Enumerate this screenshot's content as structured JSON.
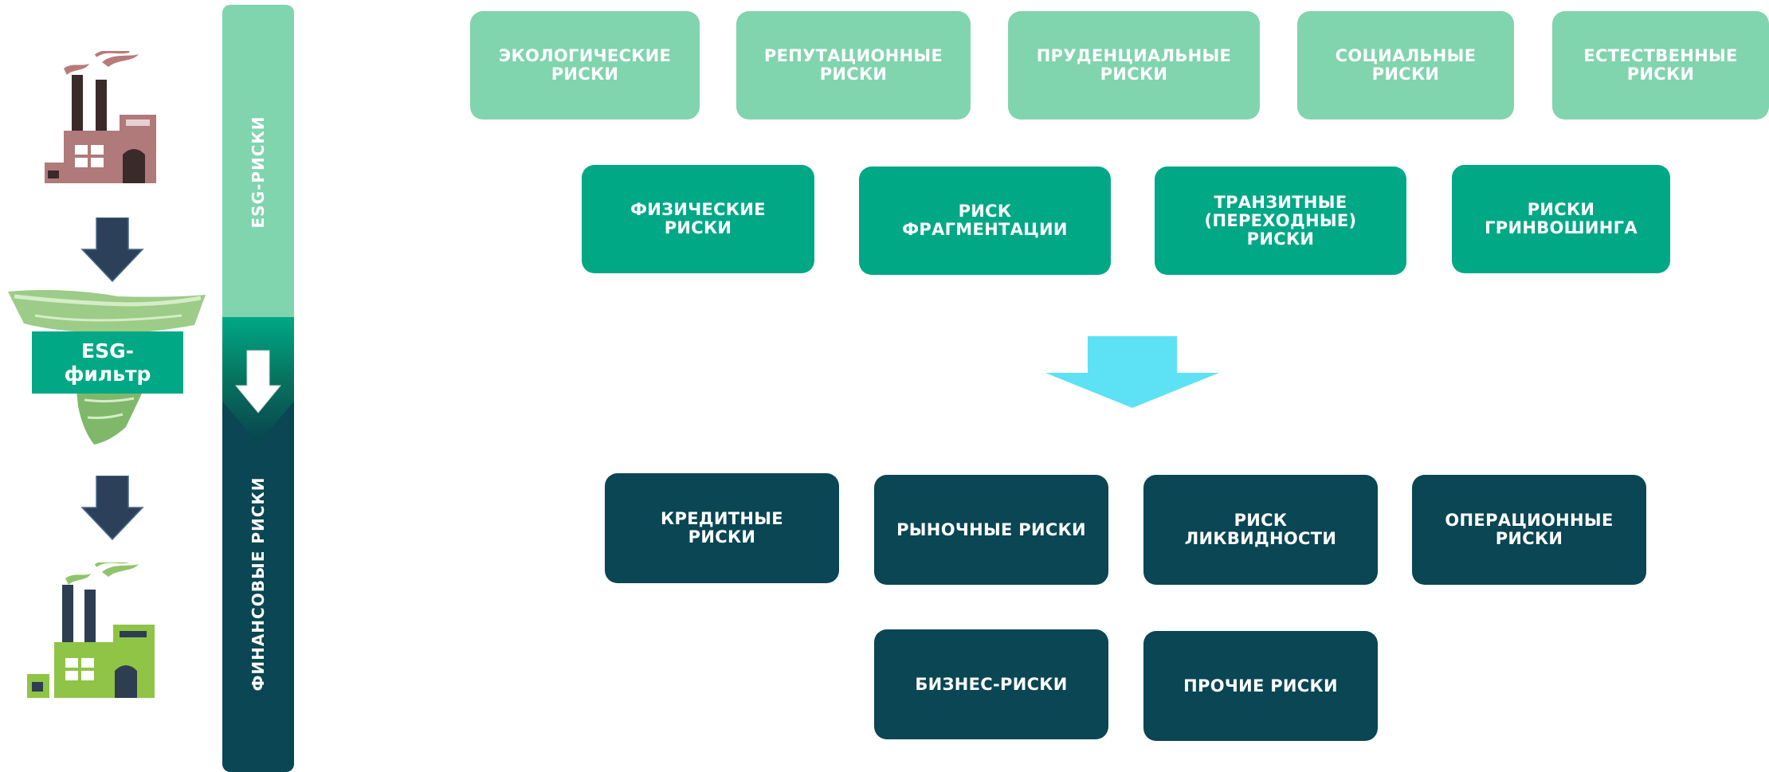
{
  "left_column": {
    "filter_label": "ESG-\nфильтр"
  },
  "band": {
    "top_label": "ESG-РИСКИ",
    "bottom_label": "ФИНАНСОВЫЕ РИСКИ"
  },
  "esg_risks_row1": [
    {
      "label": "ЭКОЛОГИЧЕСКИЕ\nРИСКИ"
    },
    {
      "label": "РЕПУТАЦИОННЫЕ\nРИСКИ"
    },
    {
      "label": "ПРУДЕНЦИАЛЬНЫЕ\nРИСКИ"
    },
    {
      "label": "СОЦИАЛЬНЫЕ\nРИСКИ"
    },
    {
      "label": "ЕСТЕСТВЕННЫЕ\nРИСКИ"
    }
  ],
  "esg_risks_row2": [
    {
      "label": "ФИЗИЧЕСКИЕ\nРИСКИ"
    },
    {
      "label": "РИСК\nФРАГМЕНТАЦИИ"
    },
    {
      "label": "ТРАНЗИТНЫЕ\n(ПЕРЕХОДНЫЕ)\nРИСКИ"
    },
    {
      "label": "РИСКИ\nГРИНВОШИНГА"
    }
  ],
  "financial_risks_row1": [
    {
      "label": "КРЕДИТНЫЕ\nРИСКИ"
    },
    {
      "label": "РЫНОЧНЫЕ РИСКИ"
    },
    {
      "label": "РИСК\nЛИКВИДНОСТИ"
    },
    {
      "label": "ОПЕРАЦИОННЫЕ\nРИСКИ"
    }
  ],
  "financial_risks_row2": [
    {
      "label": "БИЗНЕС-РИСКИ"
    },
    {
      "label": "ПРОЧИЕ РИСКИ"
    }
  ],
  "colors": {
    "esg_light": "#80d4ae",
    "esg_mid": "#00a886",
    "financial": "#0a4654",
    "transition_arrow": "#5ce1f5",
    "dark_arrow": "#2c4159"
  }
}
